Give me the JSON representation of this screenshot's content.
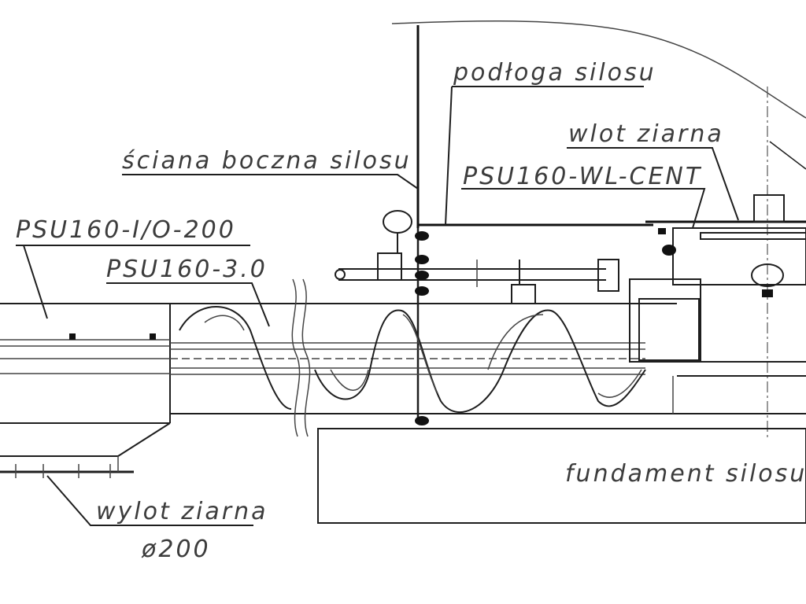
{
  "labels": {
    "silo_subfloor": "podłoga silosu",
    "grain_inlet": "wlot ziarna",
    "silo_side_wall": "ściana boczna silosu",
    "inlet_model": "PSU160-WL-CENT",
    "outlet_module": "PSU160-I/O-200",
    "tube_section": "PSU160-3.0",
    "grain_outlet": "wylot ziarna",
    "outlet_diameter": "ø200",
    "silo_foundation": "fundament silosu"
  }
}
